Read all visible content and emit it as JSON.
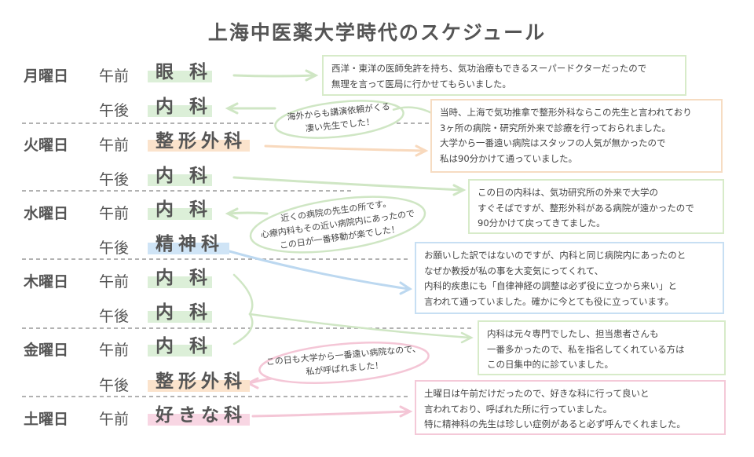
{
  "title": "上海中医薬大学時代のスケジュール",
  "colors": {
    "green_highlight": "#dcefd8",
    "orange_highlight": "#fbe3cc",
    "blue_highlight": "#cfe4f6",
    "pink_highlight": "#f8d6e3"
  },
  "schedule": [
    {
      "day": "月曜日",
      "period": "午前",
      "subject": "眼 科"
    },
    {
      "day": "",
      "period": "午後",
      "subject": "内 科"
    },
    {
      "day": "火曜日",
      "period": "午前",
      "subject": "整形外科"
    },
    {
      "day": "",
      "period": "午後",
      "subject": "内 科"
    },
    {
      "day": "水曜日",
      "period": "午前",
      "subject": "内 科"
    },
    {
      "day": "",
      "period": "午後",
      "subject": "精神科"
    },
    {
      "day": "木曜日",
      "period": "午前",
      "subject": "内 科"
    },
    {
      "day": "",
      "period": "午後",
      "subject": "内 科"
    },
    {
      "day": "金曜日",
      "period": "午前",
      "subject": "内 科"
    },
    {
      "day": "",
      "period": "午後",
      "subject": "整形外科"
    },
    {
      "day": "土曜日",
      "period": "午前",
      "subject": "好きな科"
    }
  ],
  "notes": [
    {
      "lines": [
        "西洋・東洋の医師免許を持ち、気功治療もできるスーパードクターだったので",
        "無理を言って医局に行かせてもらいました。"
      ]
    },
    {
      "lines": [
        "当時、上海で気功推拿で整形外科ならこの先生と言われており",
        "3ヶ所の病院・研究所外来で診療を行っておられました。",
        "大学から一番遠い病院はスタッフの人気が無かったので",
        "私は90分かけて通っていました。"
      ]
    },
    {
      "lines": [
        "この日の内科は、気功研究所の外来で大学の",
        "すぐそばですが、整形外科がある病院が遠かったので",
        "90分かけて戻ってきてました。"
      ]
    },
    {
      "lines": [
        "お願いした訳ではないのですが、内科と同じ病院内にあったのと",
        "なぜか教授が私の事を大変気にってくれて、",
        "内科的疾患にも「自律神経の調整は必ず役に立つから来い」と",
        "言われて通っていました。確かに今とても役に立っています。"
      ]
    },
    {
      "lines": [
        "内科は元々専門でしたし、担当患者さんも",
        "一番多かったので、私を指名してくれている方は",
        "この日集中的に診ていました。"
      ]
    },
    {
      "lines": [
        "土曜日は午前だけだったので、好きな科に行って良いと",
        "言われており、呼ばれた所に行っていました。",
        "特に精神科の先生は珍しい症例があると必ず呼んでくれました。"
      ]
    }
  ],
  "speech": [
    {
      "lines": [
        "海外からも講演依頼がくる",
        "凄い先生でした！"
      ]
    },
    {
      "lines": [
        "近くの病院の先生の所です。",
        "心療内科もその近い病院内にあったので",
        "この日が一番移動が楽でした！"
      ]
    },
    {
      "lines": [
        "この日も大学から一番遠い病院なので、",
        "私が呼ばれました！"
      ]
    }
  ]
}
